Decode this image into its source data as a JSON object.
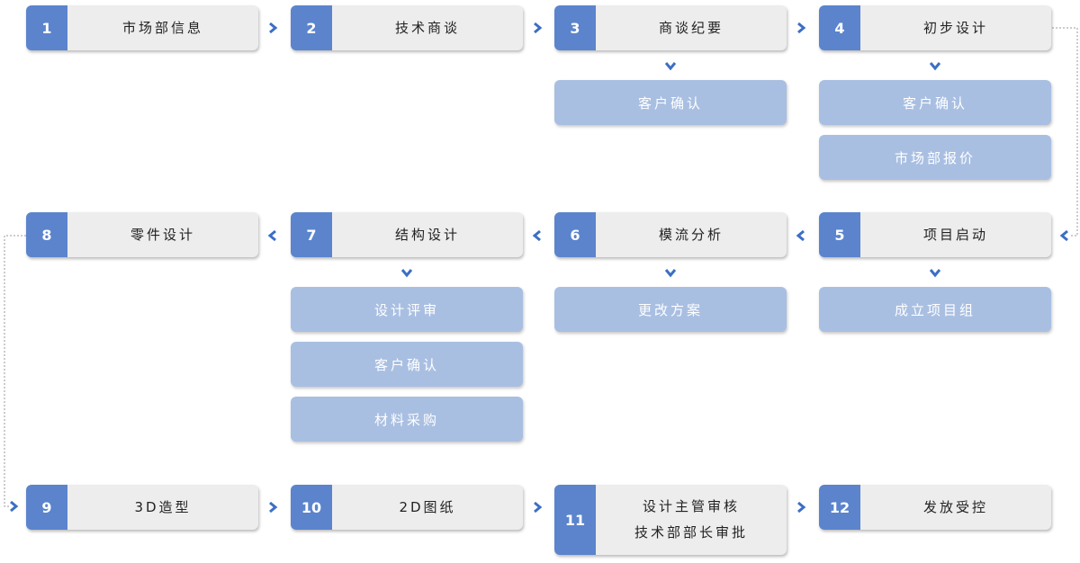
{
  "colors": {
    "number_bg": "#5b84cd",
    "step_bg": "#ededed",
    "sub_bg": "#a9bfe2",
    "arrow": "#3c6fc4",
    "connector": "#9a9a9a"
  },
  "steps": [
    {
      "num": "1",
      "label": "市场部信息"
    },
    {
      "num": "2",
      "label": "技术商谈"
    },
    {
      "num": "3",
      "label": "商谈纪要"
    },
    {
      "num": "4",
      "label": "初步设计"
    },
    {
      "num": "5",
      "label": "项目启动"
    },
    {
      "num": "6",
      "label": "模流分析"
    },
    {
      "num": "7",
      "label": "结构设计"
    },
    {
      "num": "8",
      "label": "零件设计"
    },
    {
      "num": "9",
      "label": "3D造型"
    },
    {
      "num": "10",
      "label": "2D图纸"
    },
    {
      "num": "11",
      "label": "设计主管审核\n技术部部长审批"
    },
    {
      "num": "12",
      "label": "发放受控"
    }
  ],
  "substeps": {
    "step3": [
      "客户确认"
    ],
    "step4": [
      "客户确认",
      "市场部报价"
    ],
    "step5": [
      "成立项目组"
    ],
    "step6": [
      "更改方案"
    ],
    "step7": [
      "设计评审",
      "客户确认",
      "材料采购"
    ]
  },
  "icons": {
    "right_arrow": "chevron-right-icon",
    "left_arrow": "chevron-left-icon",
    "down_arrow": "chevron-down-icon"
  }
}
